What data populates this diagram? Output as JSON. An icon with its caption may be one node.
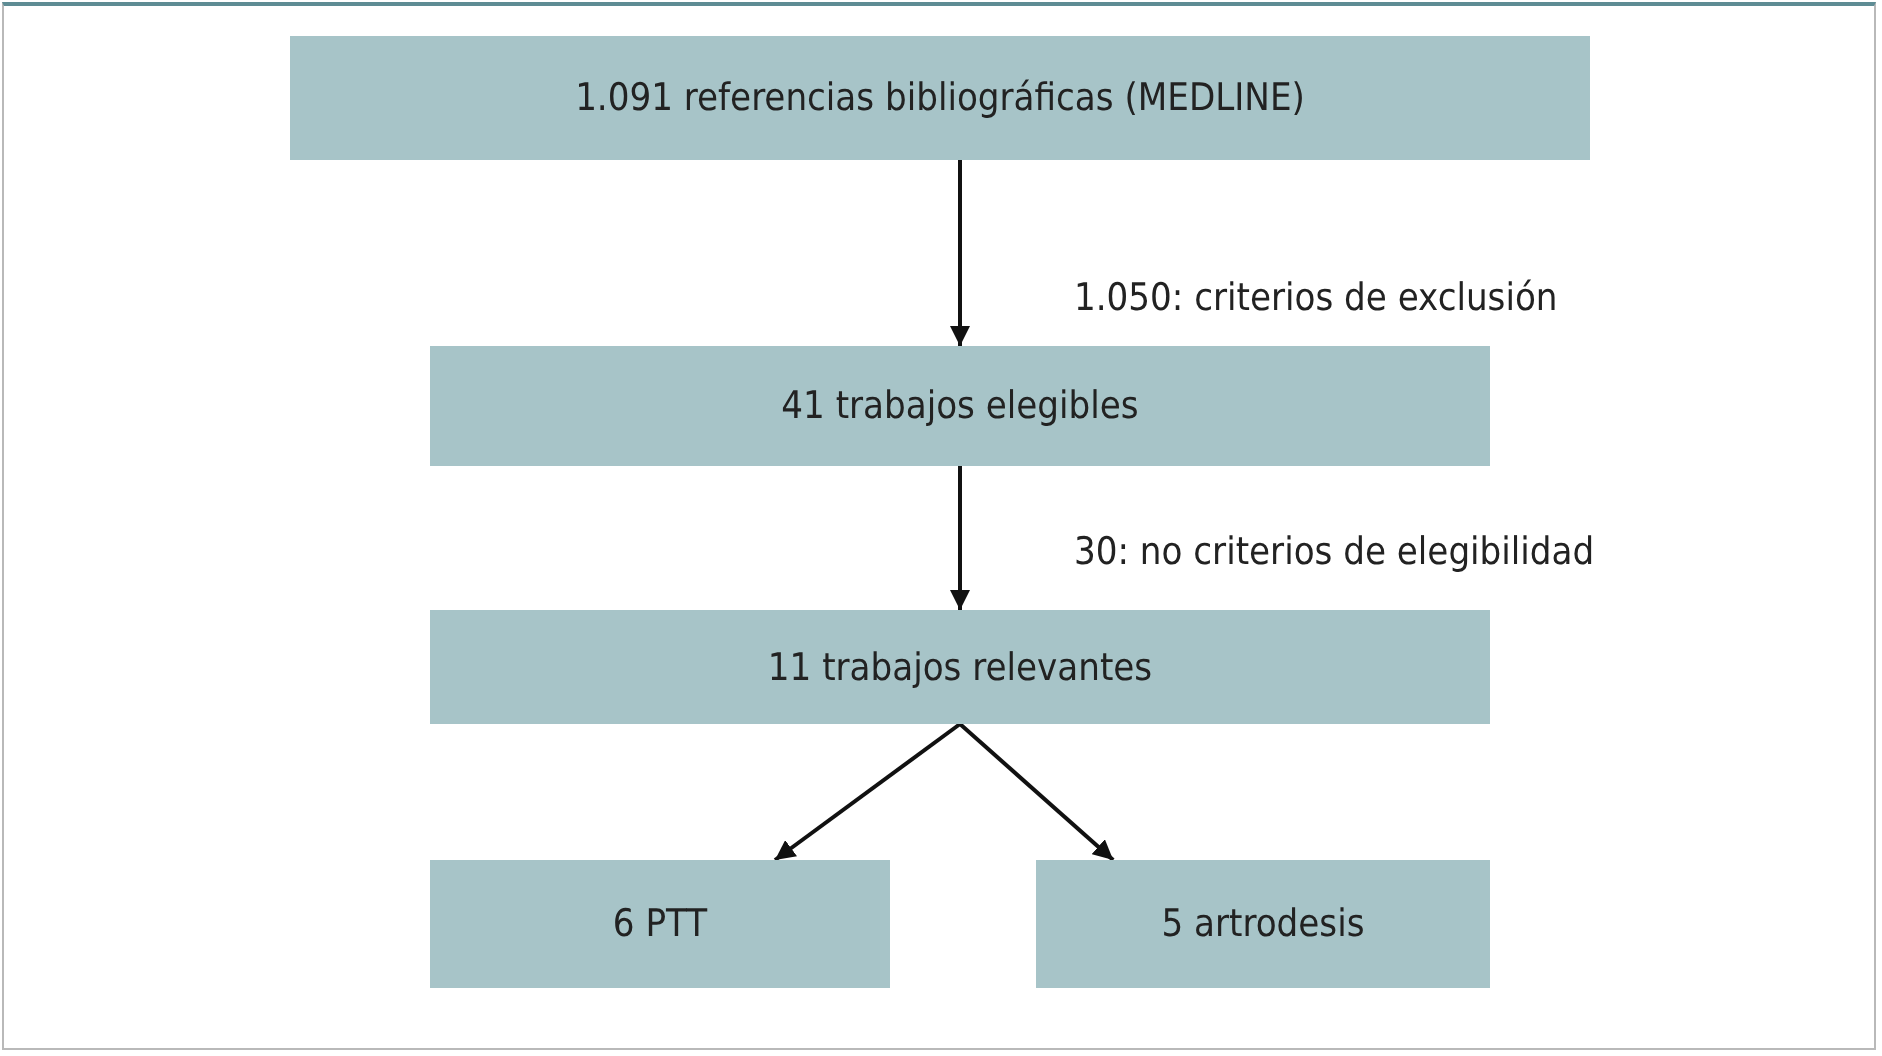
{
  "diagram": {
    "nodes": [
      {
        "text": [
          "1.091 referencias bibliográficas (MEDLINE)"
        ]
      },
      {
        "text": [
          "41 trabajos elegibles"
        ]
      },
      {
        "text": [
          "11 trabajos relevantes"
        ]
      },
      {
        "text": [
          "6 PTT"
        ]
      },
      {
        "text": [
          "5 artrodesis"
        ]
      }
    ],
    "edges": [
      {
        "from": 0,
        "to": 1,
        "arrow": "to",
        "label": "1.050: criterios de exclusión"
      },
      {
        "from": 1,
        "to": 2,
        "arrow": "to",
        "label": "30: no criterios de elegibilidad"
      },
      {
        "from": 2,
        "to": 3,
        "arrow": "to"
      },
      {
        "from": 2,
        "to": 4,
        "arrow": "to"
      }
    ]
  }
}
